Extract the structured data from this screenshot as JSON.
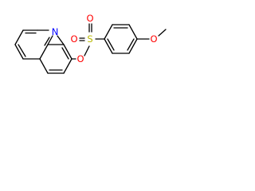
{
  "structure": {
    "atoms": {
      "nitrogen": "N",
      "sulfur": "S",
      "oxygen_top": "O",
      "oxygen_left": "O",
      "oxygen_ester": "O",
      "oxygen_methoxy": "O"
    },
    "colors": {
      "bond": "#000000",
      "nitrogen": "#0000ff",
      "oxygen": "#ff0000",
      "sulfur": "#b8b800"
    }
  }
}
